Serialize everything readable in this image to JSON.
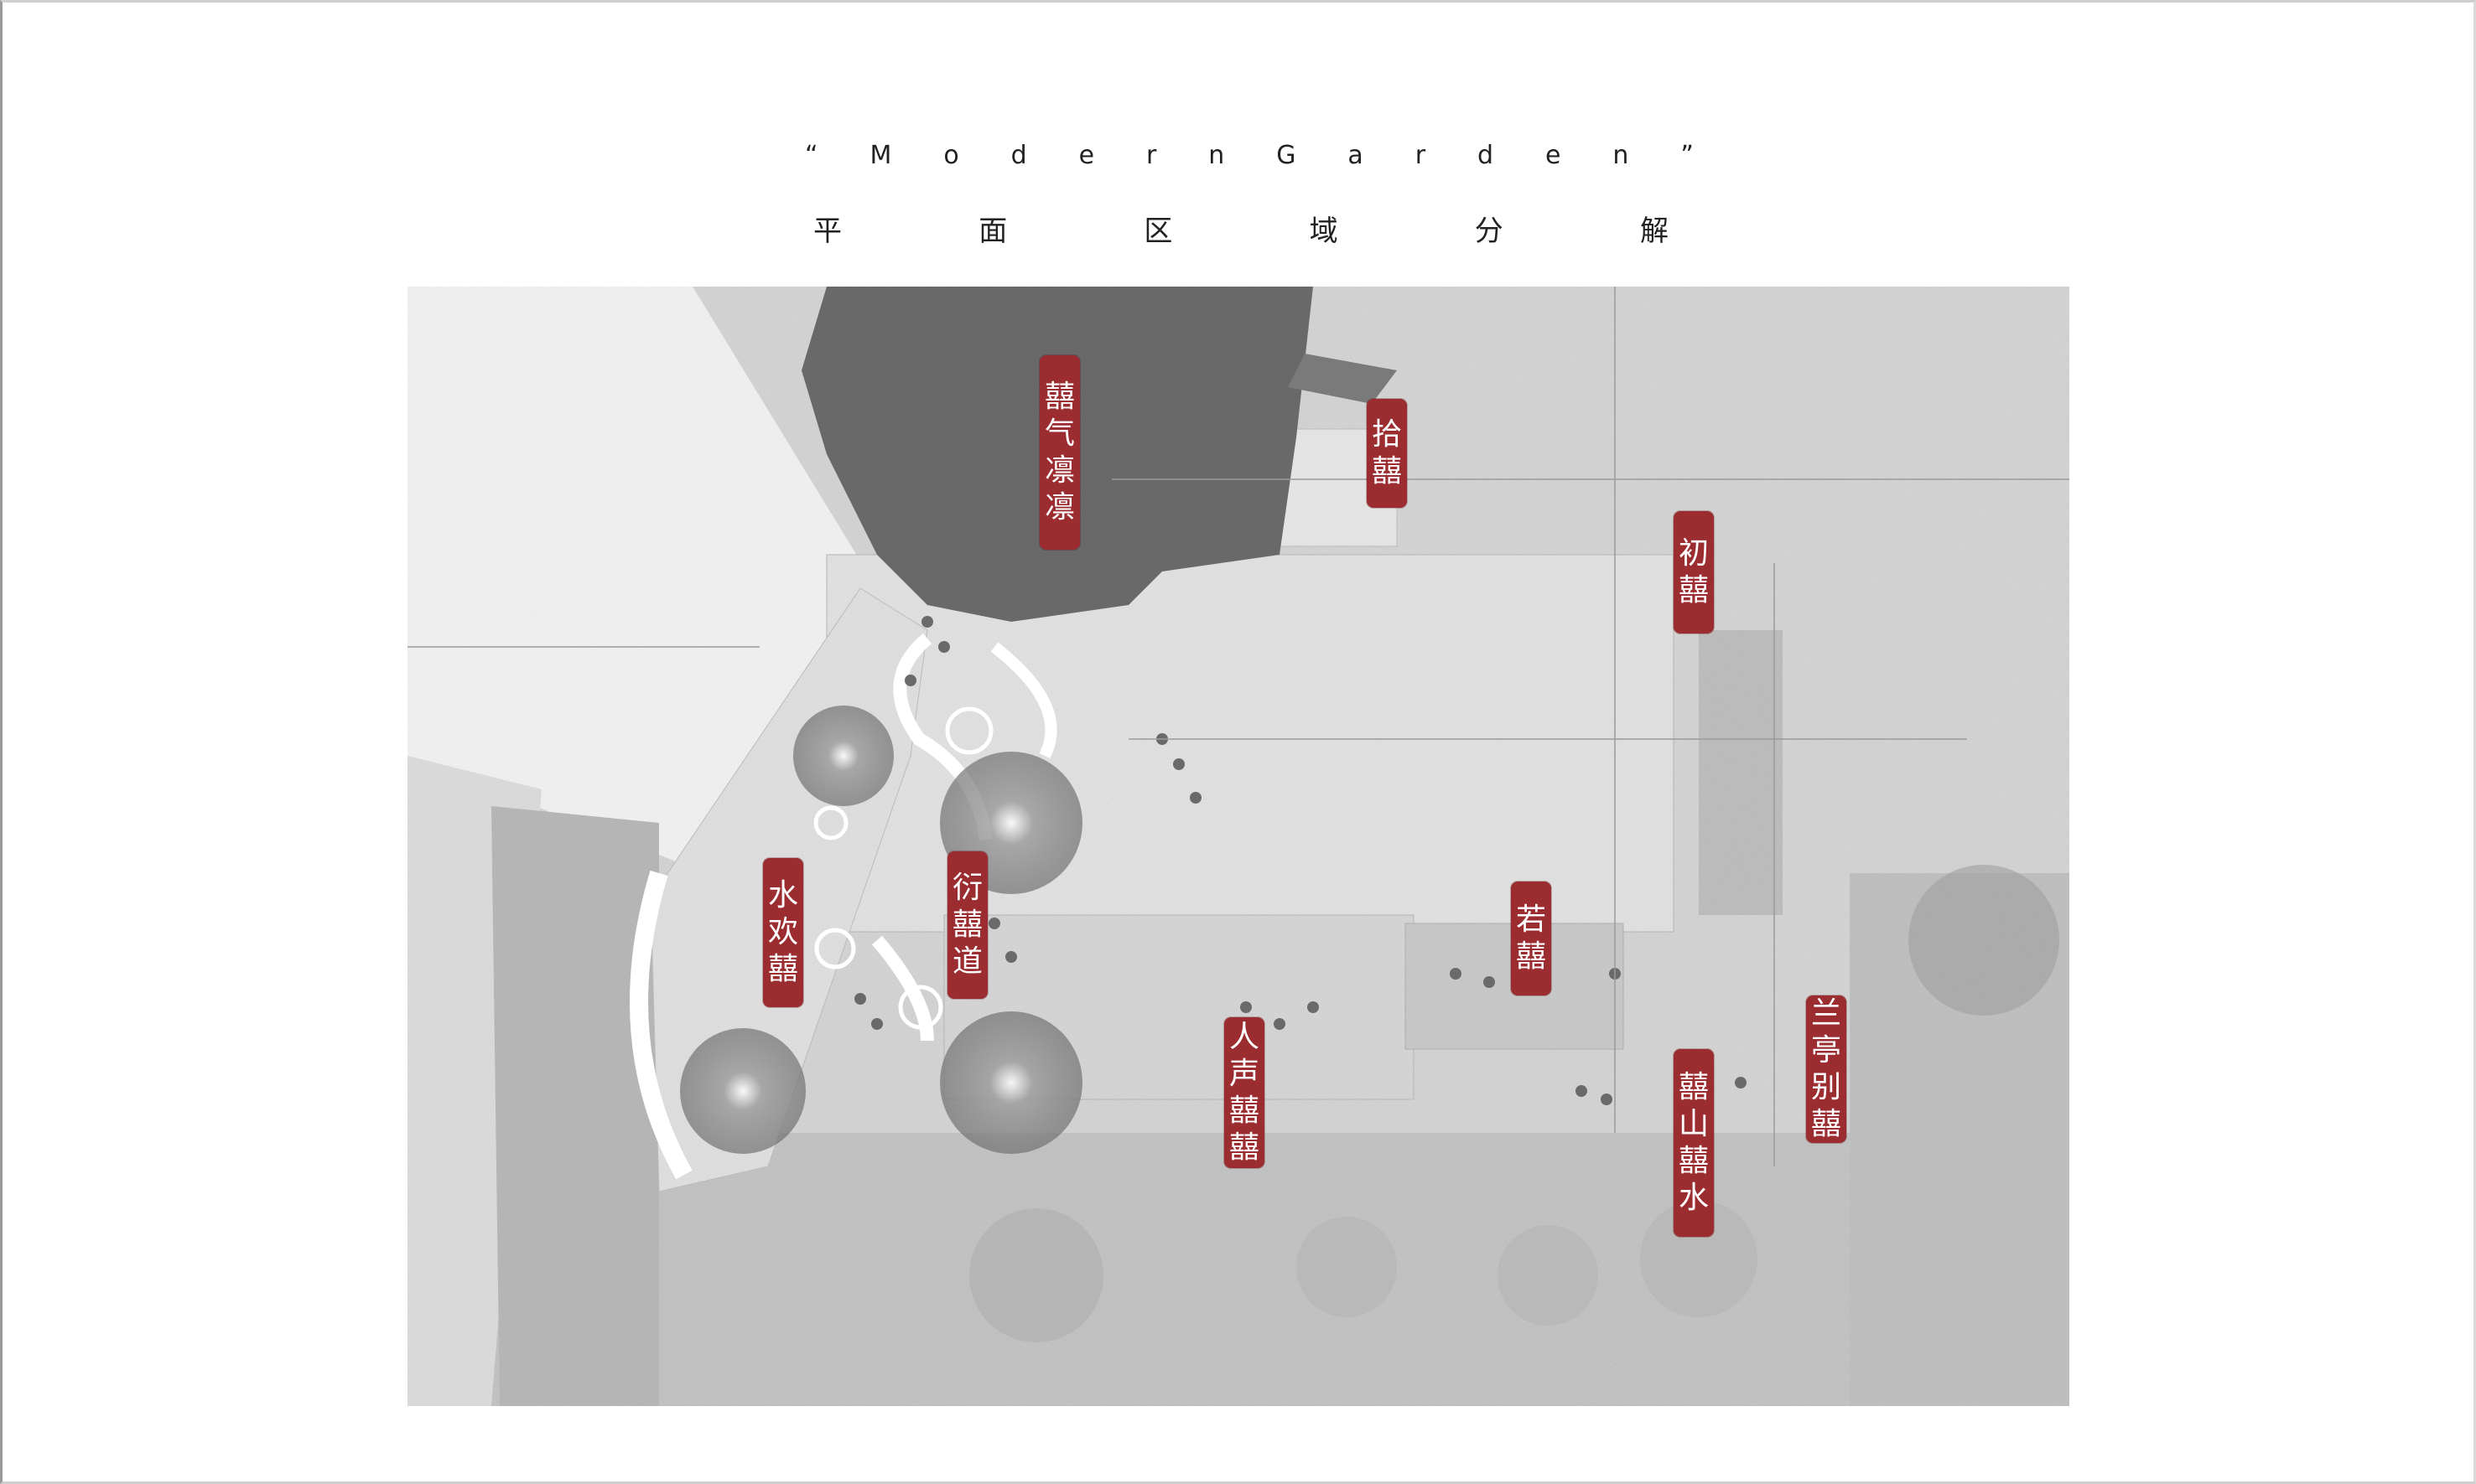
{
  "title_en": [
    "“",
    "M",
    "o",
    "d",
    "e",
    "r",
    "n",
    "G",
    "a",
    "r",
    "d",
    "e",
    "n",
    "”"
  ],
  "title_zh": [
    "平",
    "面",
    "区",
    "域",
    "分",
    "解"
  ],
  "zones": [
    {
      "id": "zone-1",
      "chars": [
        "囍",
        "气",
        "凛",
        "凛"
      ]
    },
    {
      "id": "zone-2",
      "chars": [
        "拾",
        "囍"
      ]
    },
    {
      "id": "zone-3",
      "chars": [
        "初",
        "囍"
      ]
    },
    {
      "id": "zone-4",
      "chars": [
        "水",
        "欢",
        "囍"
      ]
    },
    {
      "id": "zone-5",
      "chars": [
        "衍",
        "囍",
        "道"
      ]
    },
    {
      "id": "zone-6",
      "chars": [
        "若",
        "囍"
      ]
    },
    {
      "id": "zone-7",
      "chars": [
        "人",
        "声",
        "囍",
        "囍"
      ]
    },
    {
      "id": "zone-8",
      "chars": [
        "兰",
        "亭",
        "别",
        "囍"
      ]
    },
    {
      "id": "zone-9",
      "chars": [
        "囍",
        "山",
        "囍",
        "水"
      ]
    }
  ],
  "colors": {
    "tag": "#9b2d30",
    "plan_base": "#dcdcdc",
    "canopy": "#6f6f6f",
    "ground": "#cfcfcf"
  }
}
